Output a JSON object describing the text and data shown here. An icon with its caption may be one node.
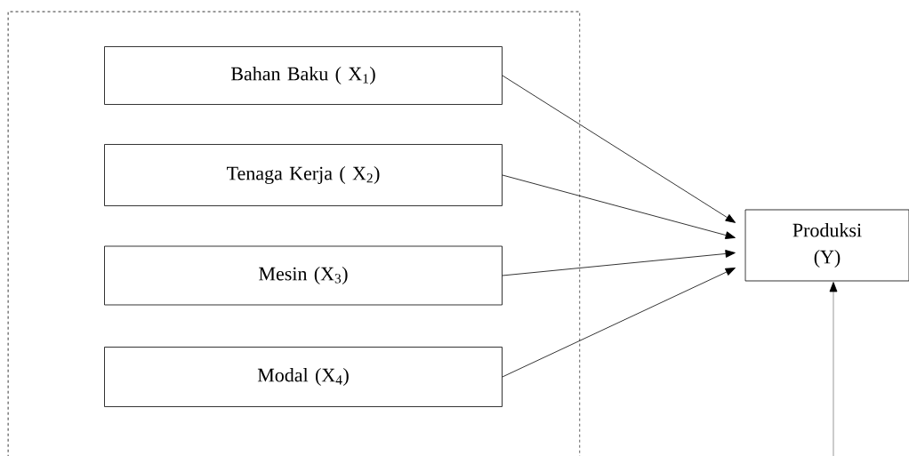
{
  "diagram": {
    "nodes": [
      {
        "text": [],
        "shape": "box"
      },
      {
        "text": [
          "Bahan Baku ( X$_{1}$)"
        ],
        "in": 0
      },
      {
        "text": [
          "Tenaga Kerja ( X$_{2}$)"
        ],
        "in": 0
      },
      {
        "text": [
          "Mesin (X$_{3}$)"
        ],
        "in": 0
      },
      {
        "text": [
          "Modal  (X$_{4}$)"
        ],
        "in": 0
      },
      {
        "text": [
          "Produksi (Y)"
        ]
      }
    ],
    "edges": [
      {
        "from": 1,
        "to": 5,
        "arrow": "to"
      },
      {
        "from": 2,
        "to": 5,
        "arrow": "to"
      },
      {
        "from": 3,
        "to": 5,
        "arrow": "to"
      },
      {
        "from": 4,
        "to": 5,
        "arrow": "to"
      },
      {
        "from": null,
        "to": 5,
        "arrow": "to"
      }
    ]
  }
}
